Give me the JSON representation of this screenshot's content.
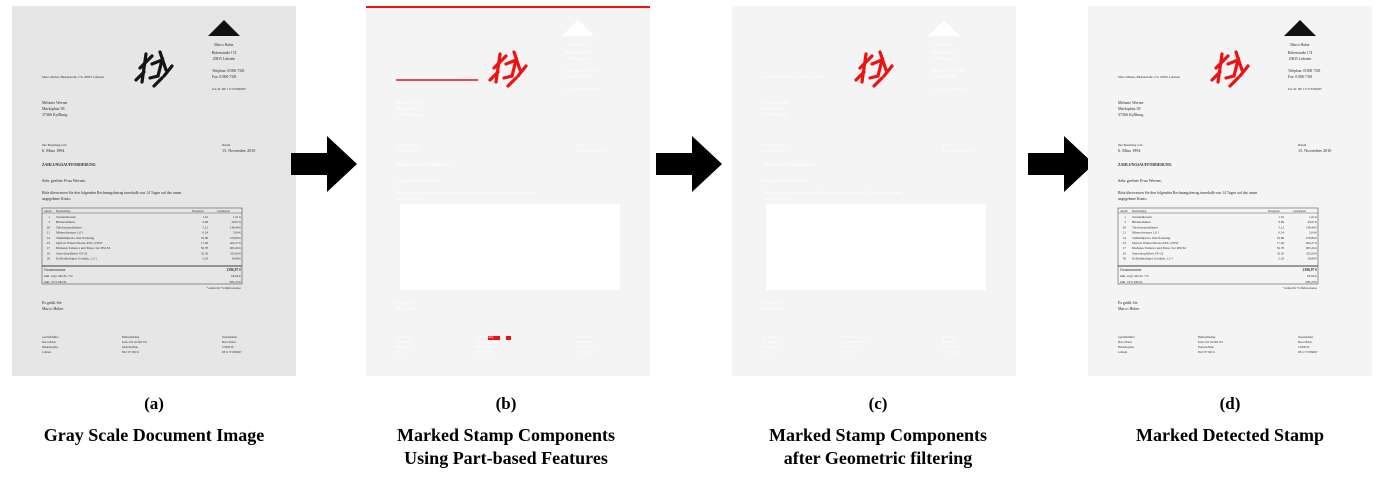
{
  "panels": [
    {
      "letter": "(a)",
      "caption_lines": [
        "Gray Scale Document Image"
      ],
      "variant": "gray"
    },
    {
      "letter": "(b)",
      "caption_lines": [
        "Marked Stamp Components",
        "Using Part-based Features"
      ],
      "variant": "parts"
    },
    {
      "letter": "(c)",
      "caption_lines": [
        "Marked Stamp Components",
        "after Geometric filtering"
      ],
      "variant": "filtered"
    },
    {
      "letter": "(d)",
      "caption_lines": [
        "Marked Detected Stamp"
      ],
      "variant": "detected"
    }
  ],
  "document": {
    "sender_line": "Marco Huber, Birkenstraße 174, 20835 Lohstein",
    "logo_name": "Marco Huber",
    "sender_address": [
      "Birkenstraße 174",
      "20835 Lohstein"
    ],
    "phone": "Telephon: 01000 7303",
    "fax": "Fax: 01000 7303",
    "vat": "Ust-Id: DE 117153560097",
    "recipient": [
      "Melanie Werner",
      "Marktplatz 58",
      "37366 Kyllburg"
    ],
    "order_label": "Ihre Bestellung vom",
    "order_date": "6. März 1994",
    "date_label": "Datum",
    "date_value": "15. November 2010",
    "subject": "ZAHLUNGSAUFFORDERUNG",
    "salutation": "Sehr geehrte Frau Werner,",
    "body": [
      "Bitte überweisen Sie den folgenden Rechnungsbetrag innerhalb von 14 Tagen auf das unten",
      "angegebene Konto."
    ],
    "table_head": [
      "Anzahl",
      "Beschreibung",
      "Einzelpreis",
      "Gesamtpreis"
    ],
    "table_rows": [
      [
        "1",
        "Versandkosten",
        "1.61",
        "1,61 €"
      ],
      [
        "3",
        "Bilderrahmen",
        "9.99",
        "29,97 €"
      ],
      [
        "29",
        "Telefonanschlüssel",
        "5.12",
        "148,48 €"
      ],
      [
        "21",
        "Mineralwasser 1,0 l",
        "0.24",
        "5,04 €"
      ],
      [
        "14",
        "Tiefkühlpizza 10er Packung",
        "19.99",
        "279,86 €"
      ],
      [
        "23",
        "Optical Wheel Mouse PXC-233W",
        "17.49",
        "402,27 €"
      ],
      [
        "17",
        "Diabetes Tamator und Mess. Set DS1M",
        "56.78",
        "965,26 €"
      ],
      [
        "10",
        "Stereokopfhörer SY-22",
        "32.56",
        "325,60 €"
      ],
      [
        "18",
        "Koffeinhaltiges Getränk, 1,5 l",
        "2.18",
        "39,88 €"
      ]
    ],
    "total_label": "Gesamtsumme",
    "total_value": "2196,97 €",
    "tax_rows": [
      [
        "inkl. zzgl. MwSt. 7%",
        "18,64 €"
      ],
      [
        "inkl. 19% MwSt.",
        "305,29 €"
      ]
    ],
    "footnote": "* Artikel mit 7% Mehrwertsteuer",
    "closing": [
      "Es grüßt Sie",
      "Marco Huber"
    ],
    "footer_cols": [
      [
        "Geschäftsführer",
        "Marco Huber",
        "Handelsregister",
        "Lohstein"
      ],
      [
        "Bankverbindung",
        "Konto 100 192 600 334",
        "Deutsche Bank",
        "BLZ 357 902 01"
      ],
      [
        "Steuernummer",
        "Marco Huber",
        "125009-58",
        "DE 117153560097"
      ]
    ]
  },
  "colors": {
    "stamp": "#ee1111",
    "ink": "#2a2a2a",
    "arrow": "#000000",
    "paper_light": "#f4f4f4",
    "paper_gray": "#e6e6e6"
  }
}
